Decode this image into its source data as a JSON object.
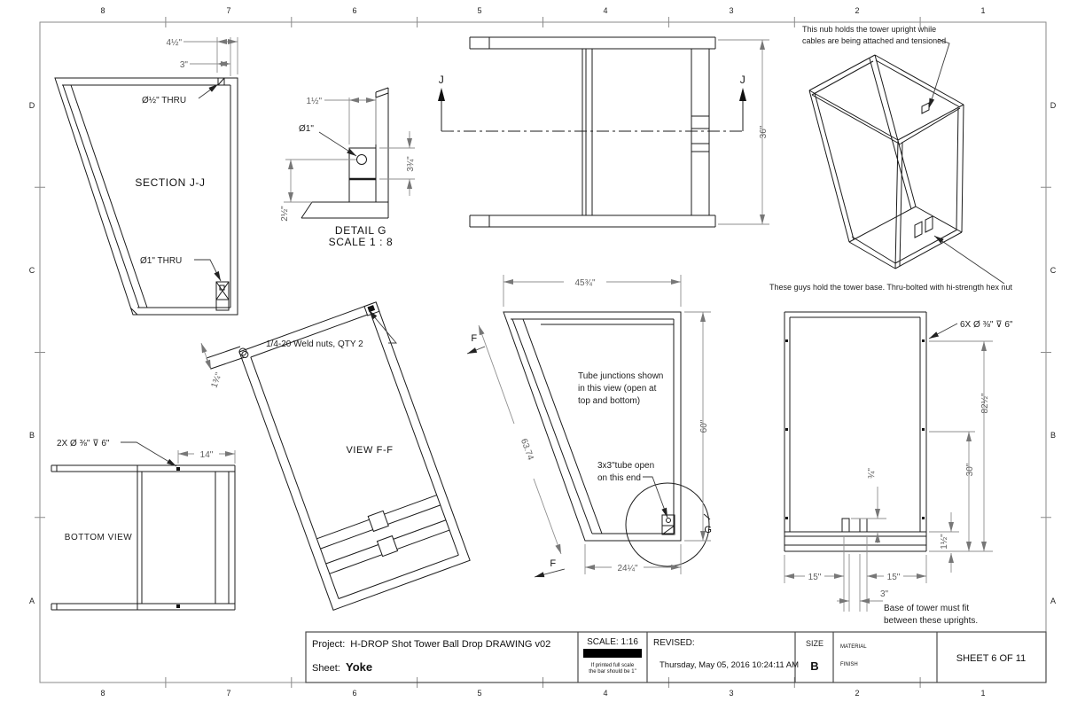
{
  "border": {
    "cols": [
      "8",
      "7",
      "6",
      "5",
      "4",
      "3",
      "2",
      "1"
    ],
    "rows": [
      "D",
      "C",
      "B",
      "A"
    ]
  },
  "title_block": {
    "project_label": "Project:",
    "project_name": "H-DROP Shot Tower Ball Drop DRAWING v02",
    "sheet_label": "Sheet:",
    "sheet_name": "Yoke",
    "scale": "SCALE: 1:16",
    "scale_note_line1": "If printed full scale",
    "scale_note_line2": "the bar should be 1\"",
    "revised_label": "REVISED:",
    "revised_value": "Thursday, May 05, 2016 10:24:11 AM",
    "size_label": "SIZE",
    "size_value": "B",
    "material_label": "MATERIAL",
    "finish_label": "FINISH",
    "sheet_of": "SHEET 6 OF 11"
  },
  "section_jj": {
    "label": "SECTION J-J",
    "dim_width": "4½\"",
    "dim_offset": "3\"",
    "hole_top": "Ø½\" THRU",
    "hole_bottom": "Ø1\" THRU"
  },
  "detail_g": {
    "label": "DETAIL G",
    "scale": "SCALE 1 : 8",
    "dim_width": "1½\"",
    "hole": "Ø1\"",
    "dim_height": "3¾\"",
    "dim_leg": "2½\""
  },
  "top_view": {
    "section_letter": "J",
    "dim_height": "36\""
  },
  "iso_view": {
    "note_top_line1": "This nub holds the tower upright while",
    "note_top_line2": "cables are being attached and tensioned",
    "note_bottom": "These guys hold the tower base.  Thru-bolted with hi-strength hex nut"
  },
  "bottom_view": {
    "label": "BOTTOM VIEW",
    "callout": "2X Ø ⅜\" ⊽ 6\"",
    "dim_width": "14\""
  },
  "view_ff": {
    "label": "VIEW F-F",
    "callout": "1/4-20 Weld nuts, QTY 2",
    "dim_tube": "1¾\""
  },
  "front_view": {
    "view_letter": "F",
    "detail_letter": "G",
    "dim_top": "45¾\"",
    "dim_right": "60\"",
    "dim_bottom": "24¼\"",
    "dim_diag": "63.74",
    "note_tube_line1": "Tube junctions shown",
    "note_tube_line2": "in this view (open at",
    "note_tube_line3": "top and bottom)",
    "note_open_line1": "3x3\"tube open",
    "note_open_line2": "on this end"
  },
  "right_view": {
    "callout": "6X Ø ⅜\" ⊽ 6\"",
    "dim_total": "82½\"",
    "dim_mid": "30\"",
    "dim_tab": "¾\"",
    "dim_rail": "1½\"",
    "dim_left": "15\"",
    "dim_right": "15\"",
    "dim_gap": "3\"",
    "note_line1": "Base of tower must fit",
    "note_line2": "between these uprights."
  }
}
